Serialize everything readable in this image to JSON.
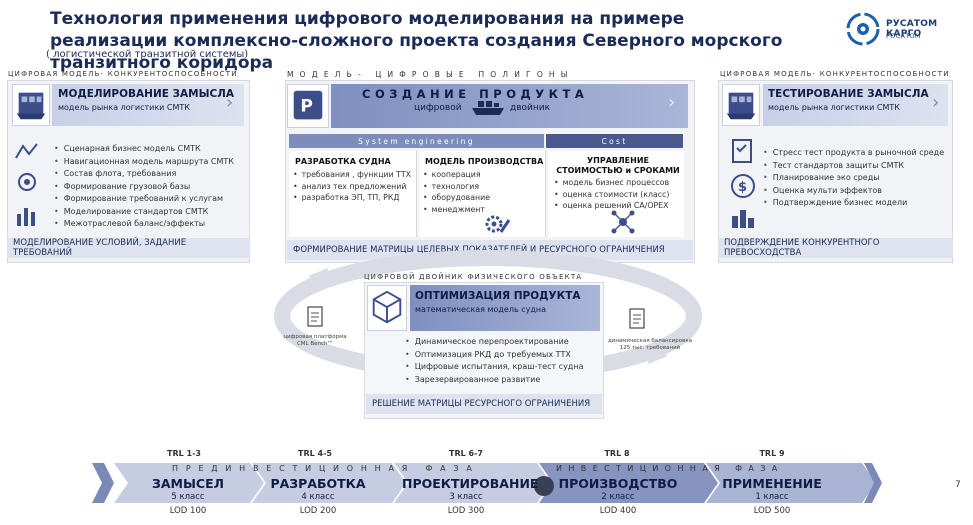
{
  "header": {
    "title": "Технология применения цифрового моделирования на примере реализации комплексно-сложного проекта  создания Северного морского транзитного коридора",
    "subtitle": "( логистической транзитной системы)"
  },
  "logo": {
    "line1": "РУСАТОМ КАРГО",
    "line2": "РОСАТОМ"
  },
  "left": {
    "section_label": "ЦИФРОВАЯ МОДЕЛЬ- КОНКУРЕНТОСПОСОБНОСТИ",
    "head_title": "МОДЕЛИРОВАНИЕ ЗАМЫСЛА",
    "head_sub": "модель рынка логистики СМТК",
    "items": [
      "Сценарная бизнес модель СМТК",
      "Навигационная модель маршрута СМТК",
      "Состав флота, требования",
      "Формирование грузовой базы",
      "Формирование требований к услугам",
      "Моделирование  стандартов СМТК",
      "Межотраслевой баланс/эффекты"
    ],
    "footer": "МОДЕЛИРОВАНИЕ УСЛОВИЙ,  ЗАДАНИЕ ТРЕБОВАНИЙ"
  },
  "center": {
    "section_label": "МОДЕЛЬ-  ЦИФРОВЫЕ  ПОЛИГОНЫ",
    "head_title": "СОЗДАНИЕ  ПРОДУКТА",
    "head_sub_left": "цифровой",
    "head_sub_right": "двойник",
    "se_label": "System engineering",
    "cost_label": "Cost",
    "cols": [
      {
        "title": "РАЗРАБОТКА СУДНА",
        "items": [
          "требования , функции ТТХ",
          "анализ тех предложений",
          "разработка ЭП, ТП, РКД"
        ]
      },
      {
        "title": "МОДЕЛЬ ПРОИЗВОДСТВА",
        "items": [
          "кооперация",
          "технология",
          "оборудование",
          "менеджмент"
        ]
      },
      {
        "title": "УПРАВЛЕНИЕ СТОИМОСТЬЮ и СРОКАМИ",
        "items": [
          "модель бизнес процессов",
          "оценка стоимости (класс)",
          "оценка  решений  СА/OPEX"
        ]
      }
    ],
    "footer": "ФОРМИРОВАНИЕ  МАТРИЦЫ ЦЕЛЕВЫХ ПОКАЗАТЕЛЕЙ И  РЕСУРСНОГО ОГРАНИЧЕНИЯ"
  },
  "right": {
    "section_label": "ЦИФРОВАЯ МОДЕЛЬ- КОНКУРЕНТОСПОСОБНОСТИ",
    "head_title": "ТЕСТИРОВАНИЕ ЗАМЫСЛА",
    "head_sub": "модель рынка логистики СМТК",
    "items": [
      "Стресс тест продукта в рыночной среде",
      "Тест стандартов защиты СМТК",
      "Планирование  эко среды",
      "Оценка мульти эффектов",
      "Подтверждение бизнес модели"
    ],
    "footer": "ПОДВЕРЖДЕНИЕ  КОНКУРЕНТНОГО ПРЕВОСХОДСТВА"
  },
  "twin": {
    "section_label": "ЦИФРОВОЙ ДВОЙНИК ФИЗИЧЕСКОГО ОБЪЕКТА",
    "head_title": "ОПТИМИЗАЦИЯ ПРОДУКТА",
    "head_sub": "математическая модель судна",
    "items": [
      "Динамическое перепроектирование",
      "Оптимизация РКД до требуемых ТТХ",
      "Цифровые испытания, краш-тест судна",
      "Зарезервированное развитие"
    ],
    "footer": "РЕШЕНИЕ  МАТРИЦЫ РЕСУРСНОГО ОГРАНИЧЕНИЯ",
    "left_caption_1": "цифровая платформа",
    "left_caption_2": "CML Bench™",
    "right_caption_1": "динамическая балансировка",
    "right_caption_2": "125 тыс. требований"
  },
  "timeline": {
    "pre_phase": "ПРЕДИНВЕСТИЦИОННАЯ  ФАЗА",
    "inv_phase": "ИНВЕСТИЦИОННАЯ  ФАЗА",
    "stages": [
      {
        "trl": "TRL 1-3",
        "title": "ЗАМЫСЕЛ",
        "cls": "5 класс",
        "lod": "LOD 100"
      },
      {
        "trl": "TRL 4-5",
        "title": "РАЗРАБОТКА",
        "cls": "4 класс",
        "lod": "LOD 200"
      },
      {
        "trl": "TRL 6-7",
        "title": "ПРОЕКТИРОВАНИЕ",
        "cls": "3 класс",
        "lod": "LOD 300"
      },
      {
        "trl": "TRL 8",
        "title": "ПРОИЗВОДСТВО",
        "cls": "2 класс",
        "lod": "LOD 400"
      },
      {
        "trl": "TRL 9",
        "title": "ПРИМЕНЕНИЕ",
        "cls": "1 класс",
        "lod": "LOD 500"
      }
    ]
  },
  "page_number": "7"
}
